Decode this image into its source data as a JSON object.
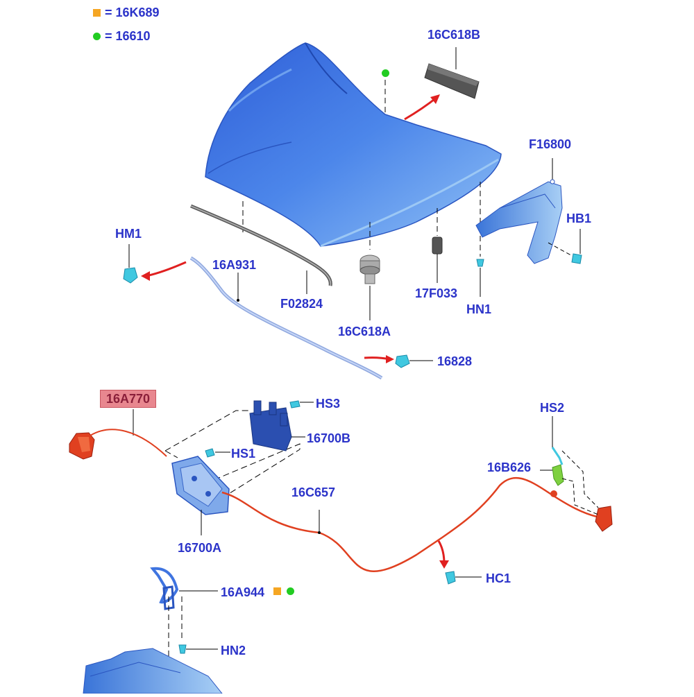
{
  "legend": [
    {
      "marker": "square",
      "color": "#f5a623",
      "text": "= 16K689"
    },
    {
      "marker": "circle",
      "color": "#22cc22",
      "text": "= 16610"
    }
  ],
  "labels": {
    "l16C618B": "16C618B",
    "lF16800": "F16800",
    "lHM1": "HM1",
    "lHB1": "HB1",
    "l16A931": "16A931",
    "lF02824": "F02824",
    "l17F033": "17F033",
    "lHN1": "HN1",
    "l16C618A": "16C618A",
    "l16828": "16828",
    "l16A770": "16A770",
    "lHS3": "HS3",
    "l16700B": "16700B",
    "lHS1": "HS1",
    "lHS2": "HS2",
    "l16B626": "16B626",
    "l16C657": "16C657",
    "l16700A": "16700A",
    "lHC1": "HC1",
    "l16A944": "16A944",
    "lHN2": "HN2"
  },
  "colors": {
    "label": "#2b33c9",
    "hood": "#3f74e0",
    "part_light": "#8fb6f0",
    "cable": "#e04020",
    "clip": "#40c8e0",
    "arrow": "#e02020",
    "legend_square": "#f5a623",
    "legend_circle": "#22cc22"
  }
}
